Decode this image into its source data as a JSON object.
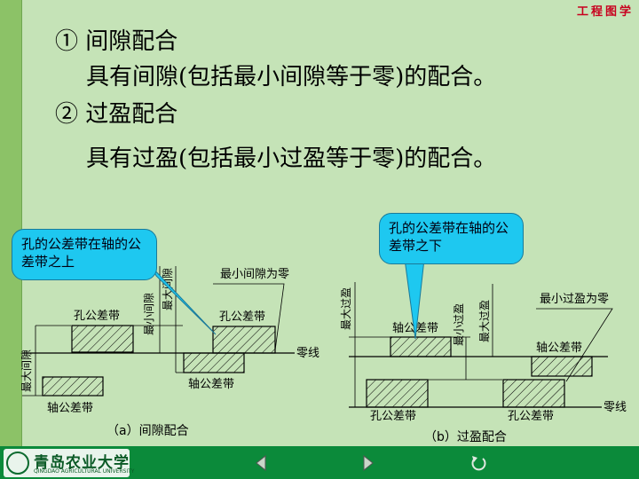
{
  "header": {
    "course_title": "工程图学"
  },
  "content": {
    "item1_title": "① 间隙配合",
    "item1_desc": "具有间隙(包括最小间隙等于零)的配合。",
    "item2_title": "② 过盈配合",
    "item2_desc": "具有过盈(包括最小过盈等于零)的配合。"
  },
  "diagram_a": {
    "callout": "孔的公差带在轴的公差带之上",
    "min_clearance": "最小间隙",
    "max_clearance_top": "最大间隙",
    "max_clearance_left": "最大间隙",
    "min_clearance_zero": "最小间隙为零",
    "hole_zone_1": "孔公差带",
    "hole_zone_2": "孔公差带",
    "zero_line": "零线",
    "shaft_zone_1": "轴公差带",
    "shaft_zone_2": "轴公差带",
    "caption": "（a）间隙配合"
  },
  "diagram_b": {
    "callout": "孔的公差带在轴的公差带之下",
    "max_interference_left": "最大过盈",
    "min_interference": "最小过盈",
    "max_interference_mid": "最大过盈",
    "min_interference_zero": "最小过盈为零",
    "shaft_zone_1": "轴公差带",
    "shaft_zone_2": "轴公差带",
    "hole_zone_1": "孔公差带",
    "hole_zone_2": "孔公差带",
    "zero_line": "零线",
    "caption": "（b）过盈配合"
  },
  "footer": {
    "logo_text": "青岛农业大学",
    "logo_sub": "QINGDAO AGRICULTURAL UNIVERSITY",
    "prev_icon": "triangle-left-icon",
    "next_icon": "triangle-right-icon",
    "return_icon": "return-arrow-icon"
  },
  "colors": {
    "background": "#c5e3b7",
    "callout": "#1ec8f0",
    "footer": "#0b8a3a",
    "title_red": "#c8001e"
  }
}
